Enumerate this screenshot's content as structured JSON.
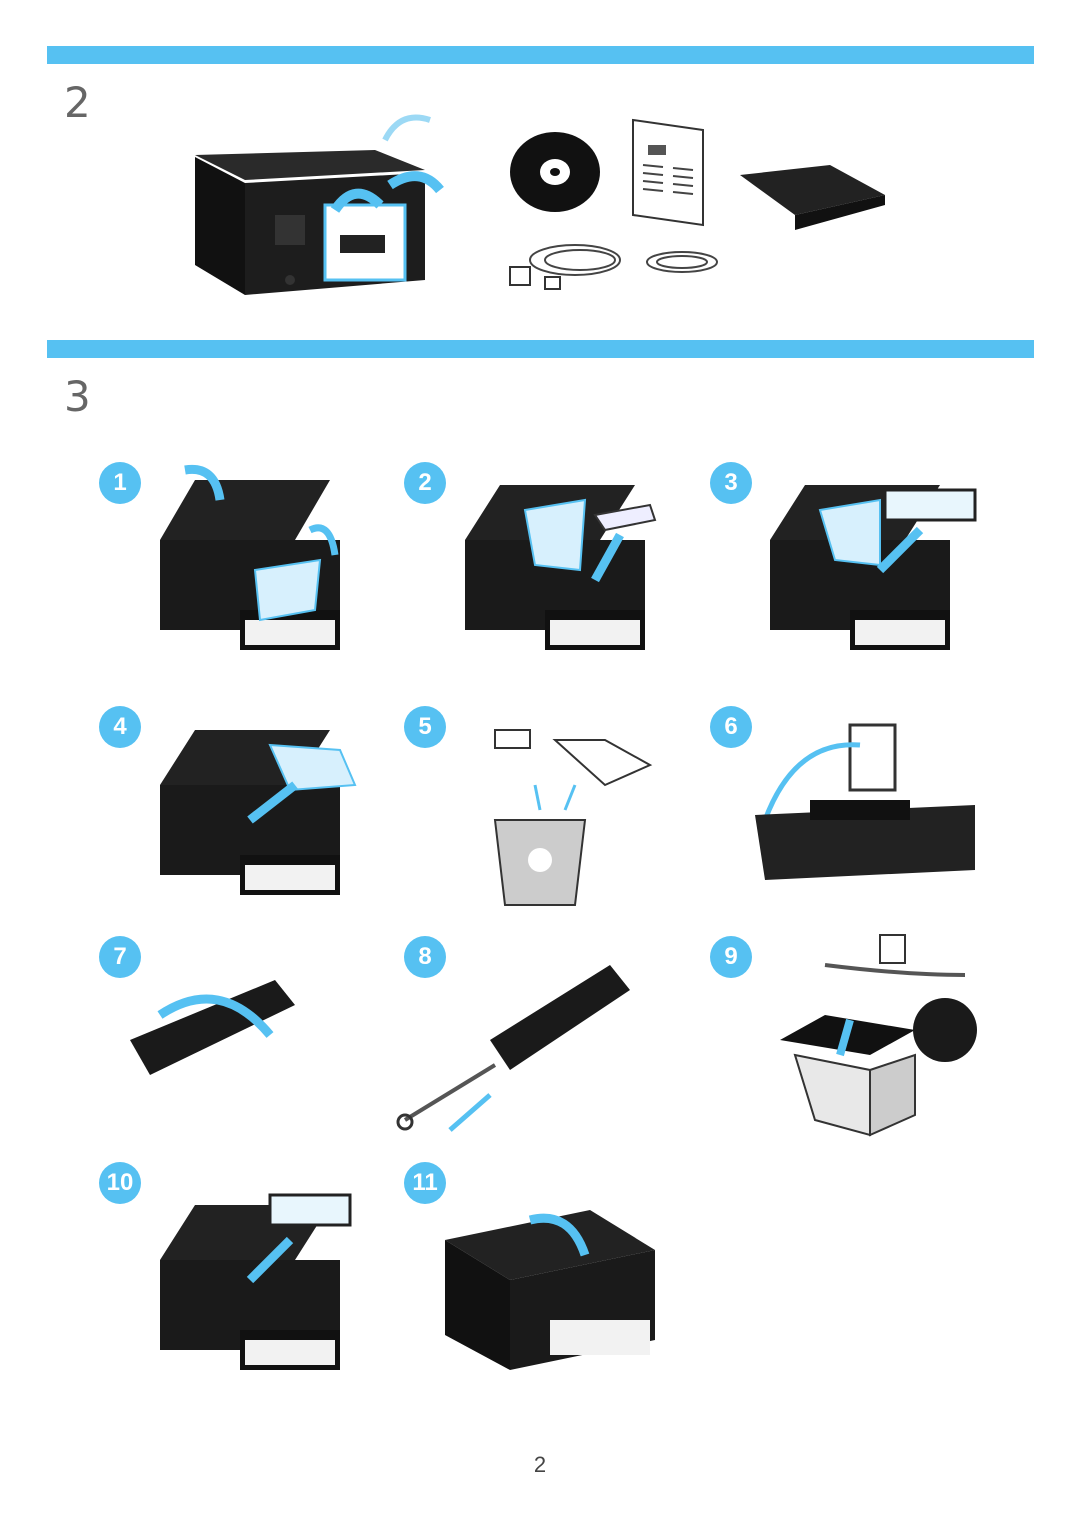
{
  "section2": {
    "number": "2"
  },
  "section3": {
    "number": "3"
  },
  "steps": [
    "1",
    "2",
    "3",
    "4",
    "5",
    "6",
    "7",
    "8",
    "9",
    "10",
    "11"
  ],
  "page": {
    "number": "2"
  },
  "colors": {
    "accent": "#56c1f2",
    "printer": "#1a1a1a",
    "paper": "#ffffff"
  },
  "icons": [
    "printer-icon",
    "cd-icon",
    "manual-icon",
    "tray-icon",
    "power-cord-icon",
    "usb-cable-icon",
    "toner-cartridge-icon",
    "recycle-bin-icon",
    "recycle-symbol-icon",
    "box-icon"
  ]
}
